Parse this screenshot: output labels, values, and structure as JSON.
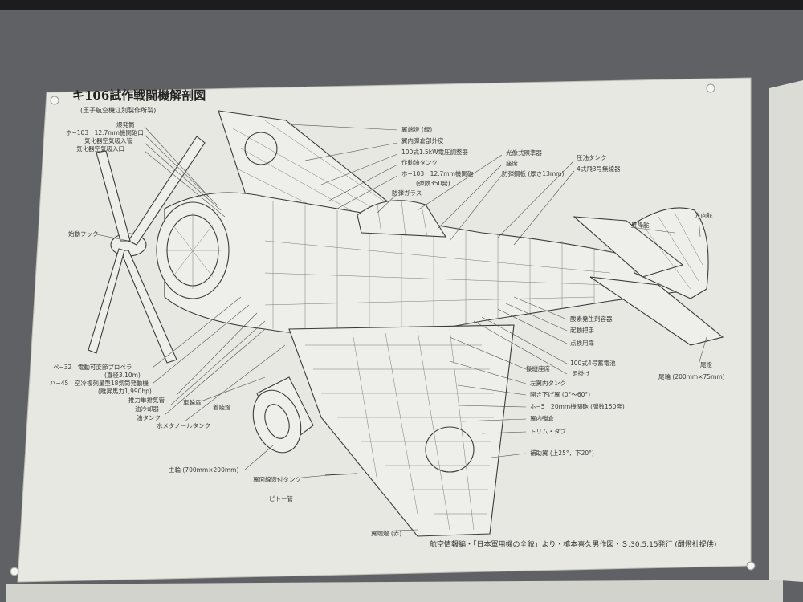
{
  "board": {
    "title": "キ106試作戦闘機解剖図",
    "subtitle": "(王子航空機江別製作所製)",
    "credit": "航空情報編・「日本軍用機の全貌」より・槙本喜久男作図・Ｓ.30.5.15発行 (酣燈社提供)"
  },
  "labels": {
    "l_top_left": [
      {
        "id": "exhaust",
        "text": "爆発筒"
      },
      {
        "id": "gun_port",
        "text": "ホ−103　12.7mm機関砲口"
      },
      {
        "id": "carb_intake",
        "text": "気化器空気吸入管"
      },
      {
        "id": "carb_inlet",
        "text": "気化器空気吸入口"
      }
    ],
    "l_top": [
      {
        "id": "wing_lamp_green",
        "text": "翼端燈 (緑)"
      },
      {
        "id": "ammo_cover",
        "text": "翼内弾倉部外皮"
      },
      {
        "id": "generator",
        "text": "100式1.5kW電圧調整器"
      },
      {
        "id": "hyd_tank",
        "text": "作動油タンク"
      },
      {
        "id": "gun_103",
        "text": "ホ−103　12.7mm機関砲"
      },
      {
        "id": "ammo_350",
        "text": "(弾数350発)"
      },
      {
        "id": "bullet_glass",
        "text": "防弾ガラス"
      },
      {
        "id": "sight",
        "text": "光像式照準器"
      },
      {
        "id": "seat",
        "text": "座席"
      },
      {
        "id": "armor",
        "text": "防弾鋼板 (厚さ13mm)"
      },
      {
        "id": "pressure_tank",
        "text": "圧油タンク"
      },
      {
        "id": "radio",
        "text": "4式飛3号無線器"
      },
      {
        "id": "elevator",
        "text": "昇降舵"
      },
      {
        "id": "rudder",
        "text": "方向舵"
      }
    ],
    "l_right": [
      {
        "id": "oxygen",
        "text": "酸素発生剤容器"
      },
      {
        "id": "start_handle",
        "text": "起動把手"
      },
      {
        "id": "inspect",
        "text": "点検用扉"
      },
      {
        "id": "battery",
        "text": "100式4号蓄電池"
      },
      {
        "id": "step",
        "text": "足掛け"
      },
      {
        "id": "tail_light",
        "text": "尾燈"
      },
      {
        "id": "tail_wheel",
        "text": "尾輪 (200mm×75mm)"
      },
      {
        "id": "cockpit_floor",
        "text": "操縦座席"
      },
      {
        "id": "wing_tank_l",
        "text": "左翼内タンク"
      },
      {
        "id": "flap",
        "text": "開き下げ翼 (0°〜60°)"
      },
      {
        "id": "cannon",
        "text": "ホ−5　20mm機関砲 (弾数150発)"
      },
      {
        "id": "wing_ammo",
        "text": "翼内弾倉"
      },
      {
        "id": "trim_tab",
        "text": "トリム・タブ"
      },
      {
        "id": "aileron",
        "text": "補助翼 (上25°，下20°)"
      }
    ],
    "l_left": [
      {
        "id": "start_hook",
        "text": "始動フック"
      },
      {
        "id": "prop",
        "text": "ペ−32　電動可変節プロペラ"
      },
      {
        "id": "prop_dia",
        "text": "(直径3.10m)"
      },
      {
        "id": "engine",
        "text": "ハ−45　空冷複列星型18気筒発動機"
      },
      {
        "id": "engine_hp",
        "text": "(離昇馬力1,990hp)"
      },
      {
        "id": "thrust_exhaust",
        "text": "推力単排気管"
      },
      {
        "id": "oil_cooler",
        "text": "油冷却器"
      },
      {
        "id": "oil_tank",
        "text": "油タンク"
      },
      {
        "id": "water_meth",
        "text": "水メタノールタンク"
      },
      {
        "id": "wheel_well",
        "text": "車輪扉"
      },
      {
        "id": "landing_light",
        "text": "着陸燈"
      }
    ],
    "l_bottom": [
      {
        "id": "main_wheel",
        "text": "主輪 (700mm×200mm)"
      },
      {
        "id": "drop_tank",
        "text": "翼面線造付タンク"
      },
      {
        "id": "pitot",
        "text": "ピトー管"
      },
      {
        "id": "wing_lamp_red",
        "text": "翼端燈 (赤)"
      }
    ]
  }
}
